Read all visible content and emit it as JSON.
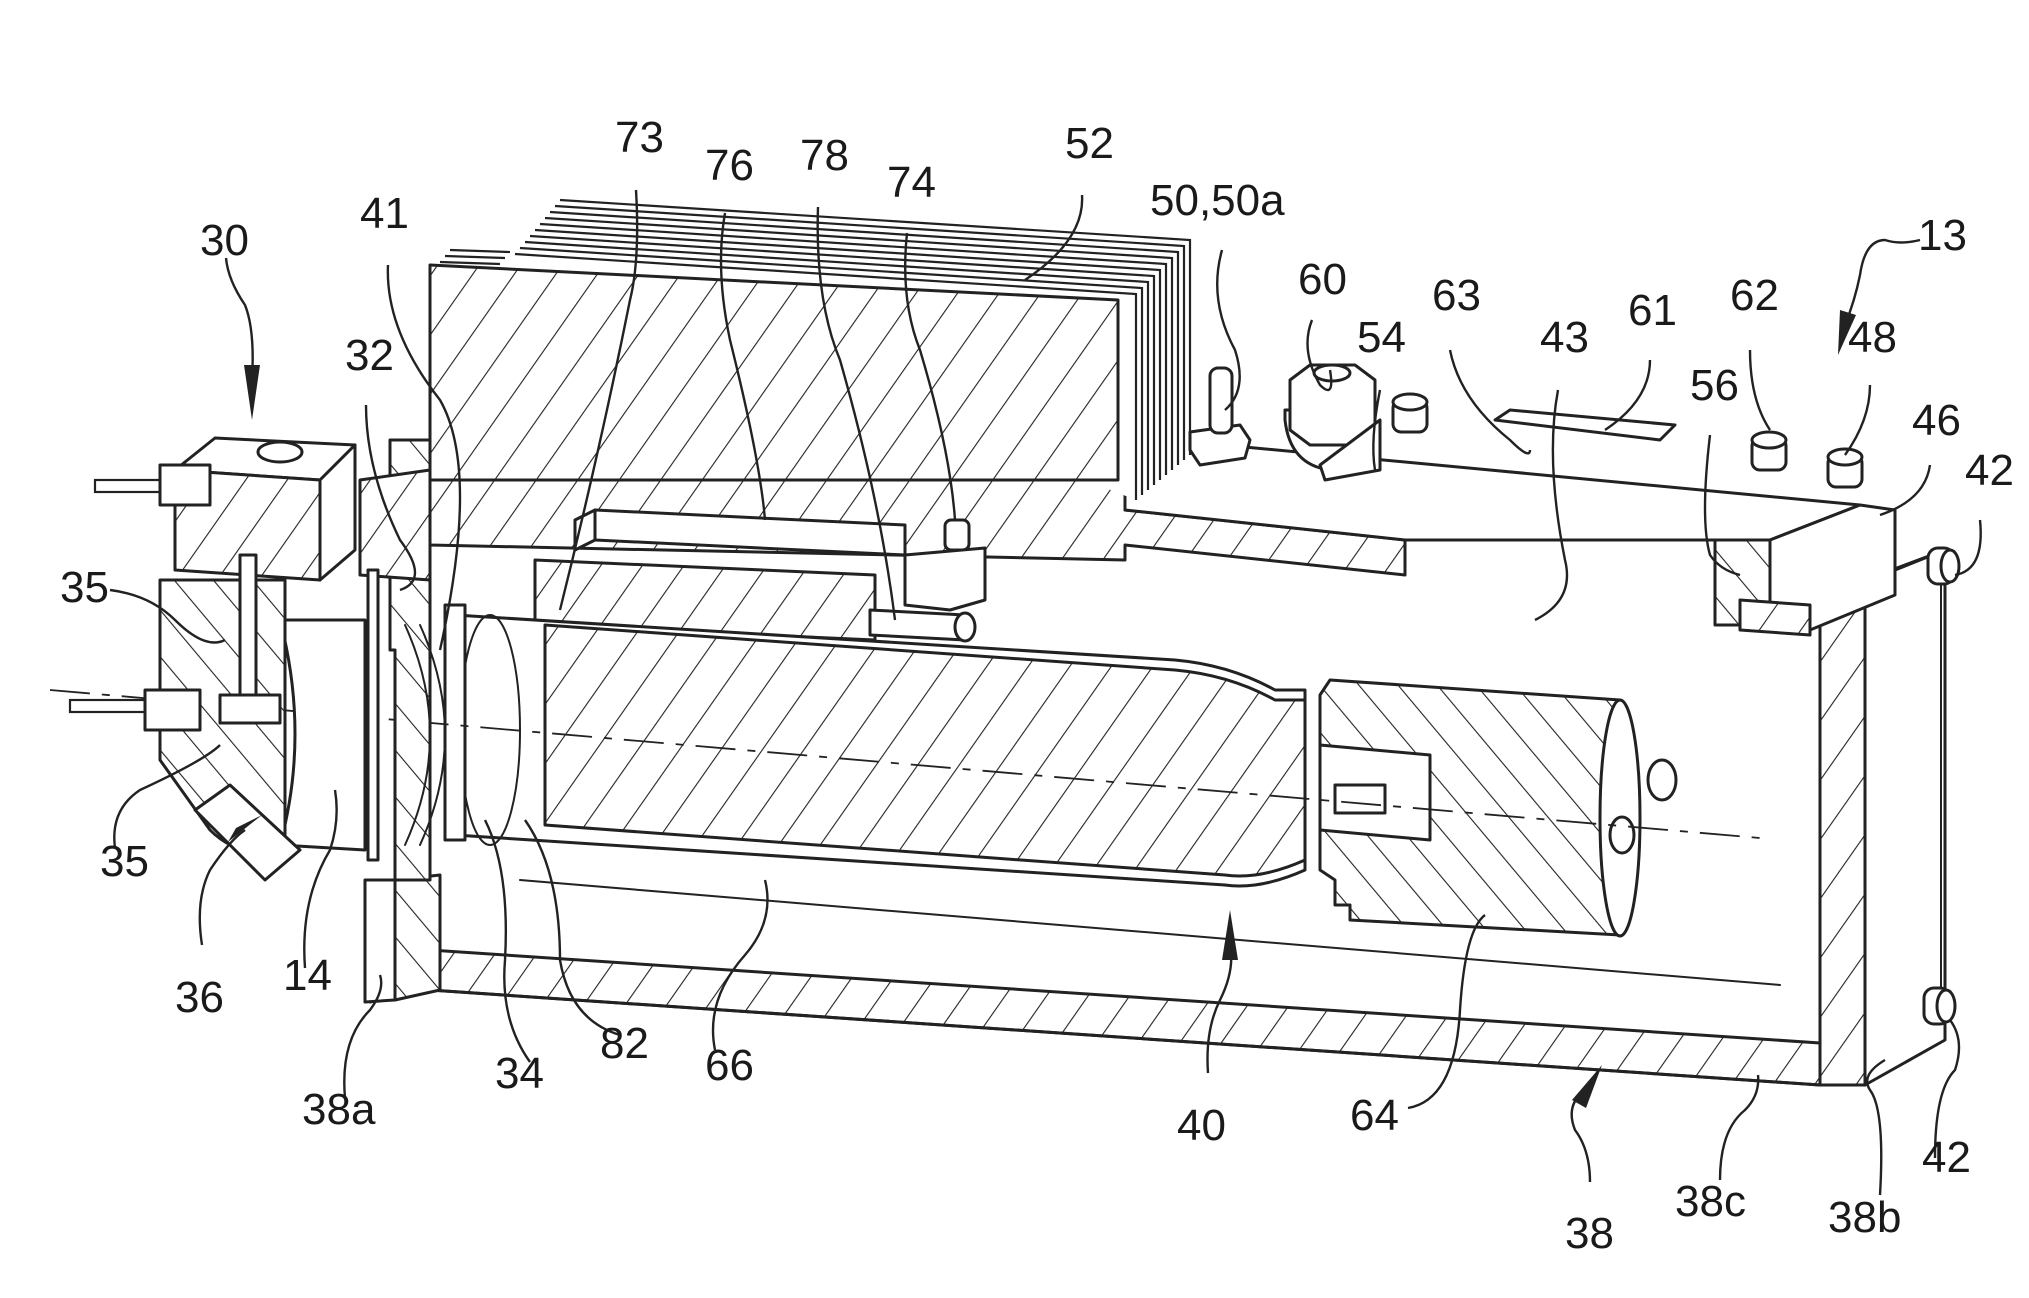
{
  "figure": {
    "description": "Patent drawing: sectional perspective view of a laser/optical module housing with heat sink fins, lenses, and mounting fixtures",
    "line_color": "#222222",
    "background": "#ffffff"
  },
  "reference_numerals": [
    {
      "id": "r13",
      "label": "13",
      "type": "arrow"
    },
    {
      "id": "r30",
      "label": "30",
      "type": "arrow"
    },
    {
      "id": "r36",
      "label": "36",
      "type": "arrow"
    },
    {
      "id": "r38",
      "label": "38",
      "type": "arrow"
    },
    {
      "id": "r40",
      "label": "40",
      "type": "arrow"
    },
    {
      "id": "r73",
      "label": "73",
      "type": "leader"
    },
    {
      "id": "r76",
      "label": "76",
      "type": "leader"
    },
    {
      "id": "r78",
      "label": "78",
      "type": "leader"
    },
    {
      "id": "r74",
      "label": "74",
      "type": "leader"
    },
    {
      "id": "r52",
      "label": "52",
      "type": "leader"
    },
    {
      "id": "r50",
      "label": "50,50a",
      "type": "leader"
    },
    {
      "id": "r60",
      "label": "60",
      "type": "leader"
    },
    {
      "id": "r63",
      "label": "63",
      "type": "leader"
    },
    {
      "id": "r54",
      "label": "54",
      "type": "leader"
    },
    {
      "id": "r43",
      "label": "43",
      "type": "leader"
    },
    {
      "id": "r61",
      "label": "61",
      "type": "leader"
    },
    {
      "id": "r62",
      "label": "62",
      "type": "leader"
    },
    {
      "id": "r48",
      "label": "48",
      "type": "leader"
    },
    {
      "id": "r56",
      "label": "56",
      "type": "leader"
    },
    {
      "id": "r46",
      "label": "46",
      "type": "leader"
    },
    {
      "id": "r42a",
      "label": "42",
      "type": "leader"
    },
    {
      "id": "r42b",
      "label": "42",
      "type": "leader"
    },
    {
      "id": "r41",
      "label": "41",
      "type": "leader"
    },
    {
      "id": "r32",
      "label": "32",
      "type": "leader"
    },
    {
      "id": "r35a",
      "label": "35",
      "type": "leader"
    },
    {
      "id": "r35b",
      "label": "35",
      "type": "leader"
    },
    {
      "id": "r14",
      "label": "14",
      "type": "leader"
    },
    {
      "id": "r38a",
      "label": "38a",
      "type": "leader"
    },
    {
      "id": "r34",
      "label": "34",
      "type": "leader"
    },
    {
      "id": "r82",
      "label": "82",
      "type": "leader"
    },
    {
      "id": "r66",
      "label": "66",
      "type": "leader"
    },
    {
      "id": "r64",
      "label": "64",
      "type": "leader"
    },
    {
      "id": "r38c",
      "label": "38c",
      "type": "leader"
    },
    {
      "id": "r38b",
      "label": "38b",
      "type": "leader"
    }
  ]
}
